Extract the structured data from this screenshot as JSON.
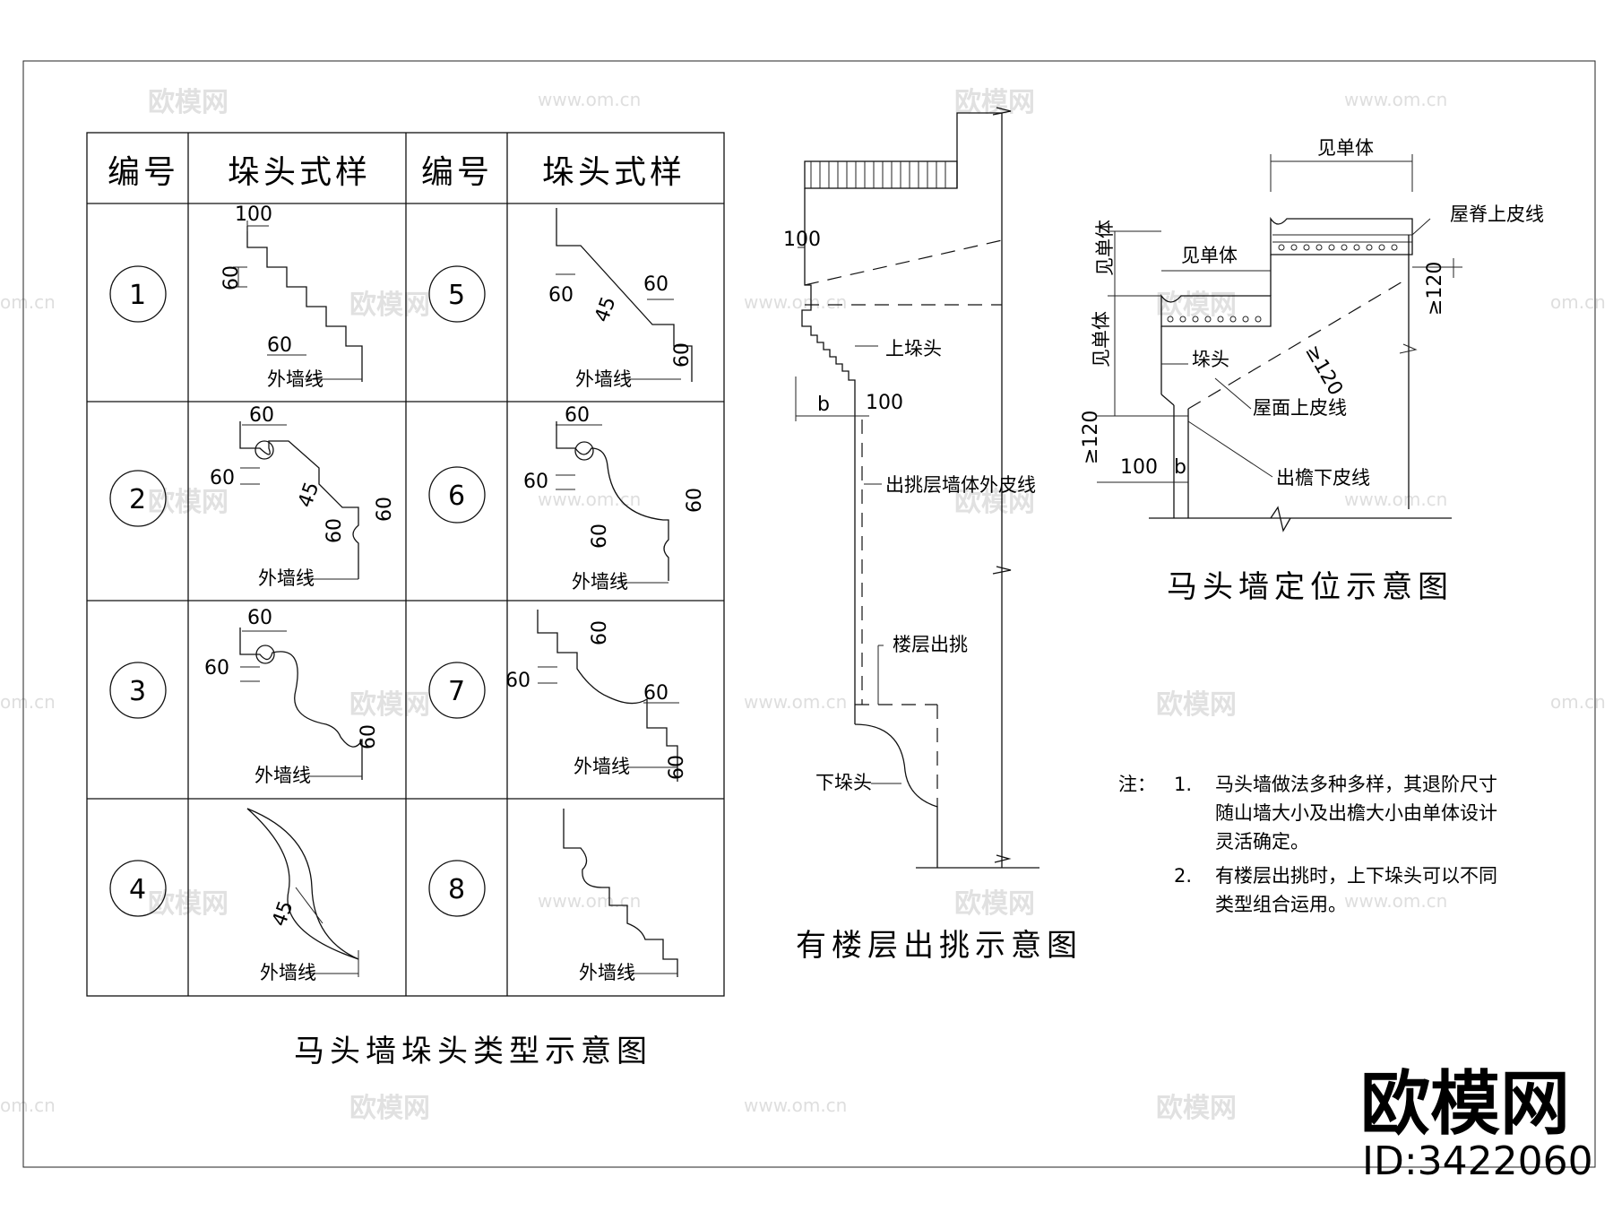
{
  "table": {
    "col_no_header": "编号",
    "col_style_header": "垛头式样",
    "items": [
      {
        "num": "1",
        "dims": [
          "100",
          "60",
          "60"
        ],
        "wall": "外墙线"
      },
      {
        "num": "2",
        "dims": [
          "60",
          "60",
          "45",
          "60",
          "60"
        ],
        "wall": "外墙线"
      },
      {
        "num": "3",
        "dims": [
          "60",
          "60",
          "60"
        ],
        "wall": "外墙线"
      },
      {
        "num": "4",
        "dims": [
          "45"
        ],
        "wall": "外墙线"
      },
      {
        "num": "5",
        "dims": [
          "60",
          "45",
          "60",
          "60"
        ],
        "wall": "外墙线"
      },
      {
        "num": "6",
        "dims": [
          "60",
          "60",
          "60",
          "60"
        ],
        "wall": "外墙线"
      },
      {
        "num": "7",
        "dims": [
          "60",
          "60",
          "60",
          "60"
        ],
        "wall": "外墙线"
      },
      {
        "num": "8",
        "dims": [],
        "wall": "外墙线"
      }
    ],
    "title": "马头墙垛头类型示意图"
  },
  "middle": {
    "dim_100_top": "100",
    "upper_duotou": "上垛头",
    "dim_b": "b",
    "dim_100": "100",
    "outer_skin": "出挑层墙体外皮线",
    "floor_overhang": "楼层出挑",
    "lower_duotou": "下垛头",
    "title": "有楼层出挑示意图"
  },
  "right": {
    "see_single_top": "见单体",
    "ridge_line": "屋脊上皮线",
    "see_single_mid": "见单体",
    "see_single_v1": "见单体",
    "see_single_v2": "见单体",
    "dim_120a": "≥120",
    "dim_120b": "≥120",
    "dim_120c": "≥120",
    "duotou": "垛头",
    "roof_line": "屋面上皮线",
    "eave_line": "出檐下皮线",
    "dim_100": "100",
    "dim_b": "b",
    "title": "马头墙定位示意图"
  },
  "notes": {
    "label": "注：",
    "n1_num": "1.",
    "n1_l1": "马头墙做法多种多样，其退阶尺寸",
    "n1_l2": "随山墙大小及出檐大小由单体设计",
    "n1_l3": "灵活确定。",
    "n2_num": "2.",
    "n2_l1": "有楼层出挑时，上下垛头可以不同",
    "n2_l2": "类型组合运用。"
  },
  "watermark": {
    "cn": "欧模网",
    "url": "www.om.cn",
    "url_short": "om.cn"
  },
  "brand": {
    "name": "欧模网",
    "id": "ID:3422060"
  }
}
